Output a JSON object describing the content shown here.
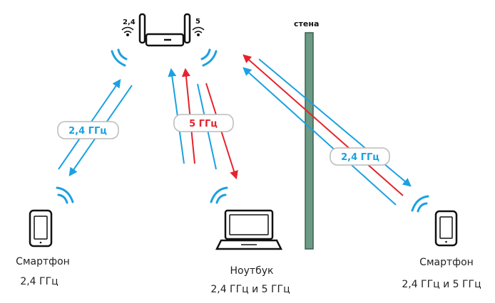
{
  "colors": {
    "blue": "#1ba1e2",
    "red": "#e5232d",
    "wall": "#6b9a85",
    "outline": "#111111",
    "pill_border": "#bbbbbb"
  },
  "router": {
    "band_left": "2,4",
    "band_right": "5",
    "icon": "router-icon"
  },
  "wall": {
    "label": "стена"
  },
  "links": {
    "left_label": "2,4 ГГц",
    "center_label": "5 ГГц",
    "right_label": "2,4 ГГц"
  },
  "devices": {
    "left": {
      "name": "Смартфон",
      "bands": "2,4 ГГц",
      "icon": "smartphone-icon"
    },
    "center": {
      "name": "Ноутбук",
      "bands": "2,4 ГГц и 5 ГГц",
      "icon": "laptop-icon"
    },
    "right": {
      "name": "Смартфон",
      "bands": "2,4 ГГц и 5 ГГц",
      "icon": "smartphone-icon"
    }
  }
}
